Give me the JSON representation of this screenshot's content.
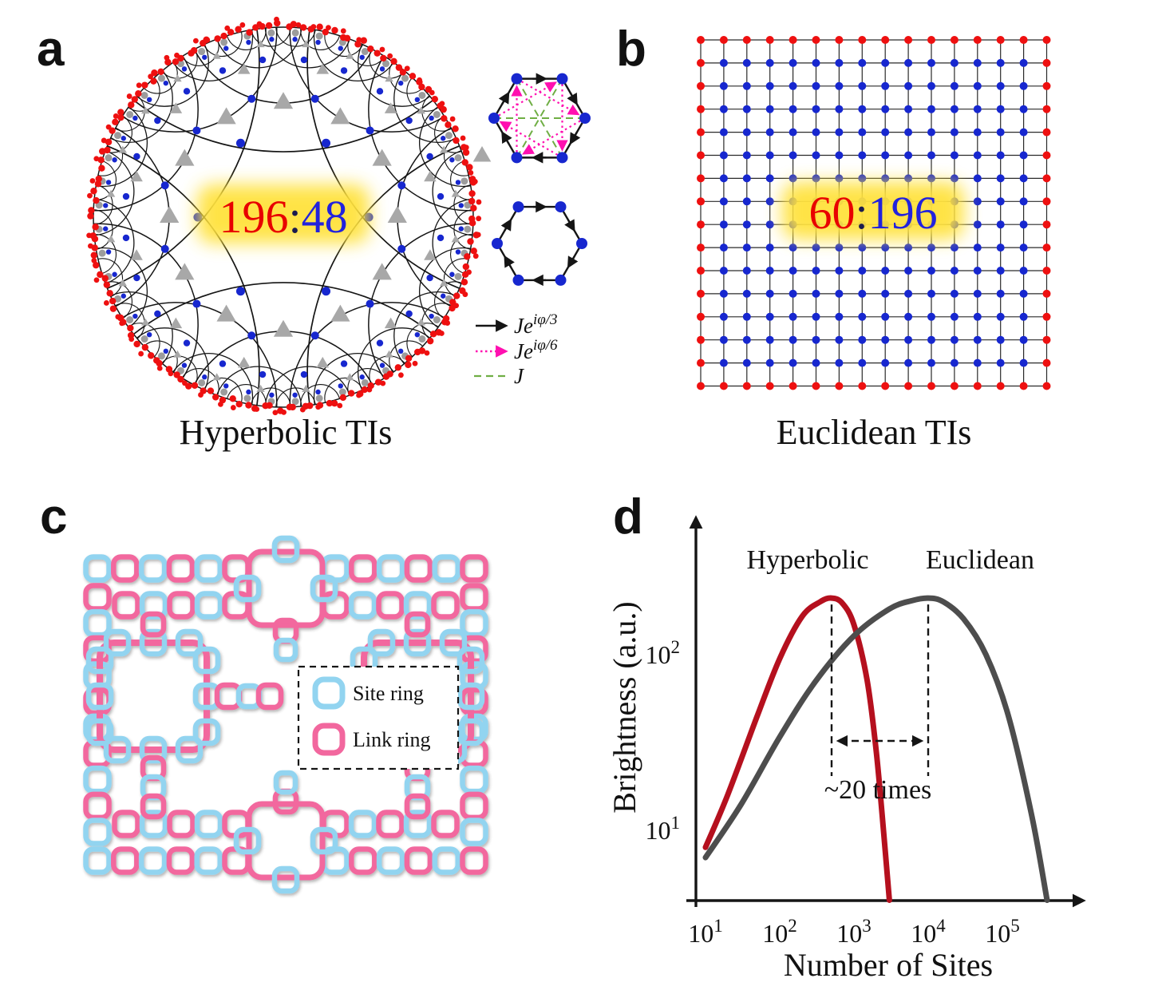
{
  "colors": {
    "boundary_red": "#ee1010",
    "site_blue": "#1727cf",
    "tri_gray": "#a8a8a8",
    "blob_gray": "#9c9c9c",
    "line_black": "#151515",
    "magenta": "#ff0fb0",
    "green": "#6fae44",
    "ratio_red": "#e80000",
    "ratio_blue": "#2222dd",
    "ratio_colon": "#1b1b4e",
    "glow_yellow": "#ffe23e",
    "site_ring": "#92d4f0",
    "link_ring": "#f2679e",
    "curve_red": "#b5101e",
    "curve_gray": "#4d4d4d"
  },
  "panel_a": {
    "label": "a",
    "caption": "Hyperbolic TIs",
    "ratio": {
      "boundary": "196",
      "colon": ":",
      "bulk": "48"
    },
    "legend": [
      {
        "base": "Je",
        "sup": "iφ/3"
      },
      {
        "base": "Je",
        "sup": "iφ/6"
      },
      {
        "base": "J",
        "sup": ""
      }
    ]
  },
  "panel_b": {
    "label": "b",
    "caption": "Euclidean TIs",
    "ratio": {
      "boundary": "60",
      "colon": ":",
      "bulk": "196"
    },
    "grid_size": 16
  },
  "panel_c": {
    "label": "c",
    "legend": [
      {
        "label": "Site ring"
      },
      {
        "label": "Link ring"
      }
    ]
  },
  "panel_d": {
    "label": "d"
  },
  "chart_data": {
    "type": "line",
    "title": "",
    "xlabel": "Number of Sites",
    "ylabel": "Brightness (a.u.)",
    "x_scale": "log",
    "y_scale": "log",
    "x_ticks": [
      10,
      100,
      1000,
      10000,
      100000
    ],
    "y_ticks": [
      10,
      100
    ],
    "xlim": [
      10,
      2000000
    ],
    "ylim": [
      4,
      600
    ],
    "grid": false,
    "legend_position": "top-inline",
    "series": [
      {
        "name": "Hyperbolic",
        "color": "#b5101e",
        "x": [
          10,
          20,
          50,
          100,
          200,
          350,
          500,
          700,
          1000,
          1500,
          2000,
          2500,
          3000
        ],
        "y": [
          8,
          16,
          45,
          95,
          165,
          200,
          210,
          196,
          148,
          72,
          28,
          10,
          4
        ]
      },
      {
        "name": "Euclidean",
        "color": "#4d4d4d",
        "x": [
          10,
          30,
          100,
          300,
          1000,
          3000,
          6000,
          10000,
          16000,
          30000,
          60000,
          120000,
          250000,
          400000
        ],
        "y": [
          7,
          14,
          34,
          70,
          128,
          182,
          203,
          210,
          200,
          160,
          100,
          45,
          12,
          4
        ]
      }
    ],
    "annotations": [
      {
        "text": "~20 times",
        "between_series_peaks": [
          "Hyperbolic",
          "Euclidean"
        ]
      }
    ]
  }
}
